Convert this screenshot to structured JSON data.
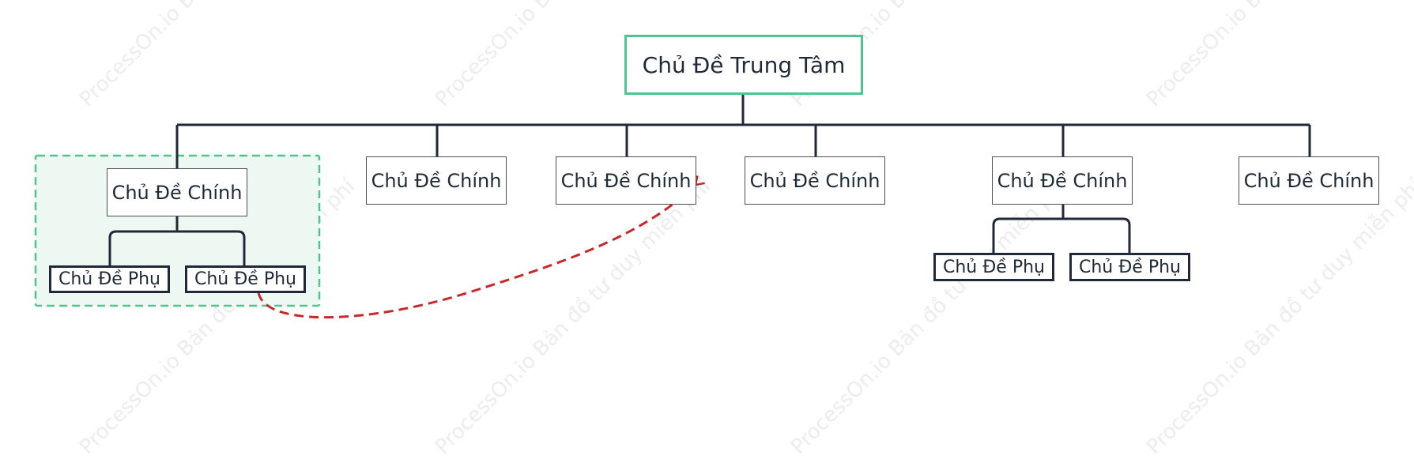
{
  "root": {
    "label": "Chủ Đề Trung Tâm"
  },
  "main_topics": [
    {
      "label": "Chủ Đề Chính"
    },
    {
      "label": "Chủ Đề Chính"
    },
    {
      "label": "Chủ Đề Chính"
    },
    {
      "label": "Chủ Đề Chính"
    },
    {
      "label": "Chủ Đề Chính"
    },
    {
      "label": "Chủ Đề Chính"
    }
  ],
  "sub_topics": {
    "group_1": [
      {
        "label": "Chủ Đề Phụ"
      },
      {
        "label": "Chủ Đề Phụ"
      }
    ],
    "group_5": [
      {
        "label": "Chủ Đề Phụ"
      },
      {
        "label": "Chủ Đề Phụ"
      }
    ]
  },
  "watermark": {
    "text": "ProcessOn.io Bản đồ tư duy miễn phí"
  },
  "colors": {
    "root_border": "#4fc48d",
    "connector": "#1f2937",
    "relationship_line": "#c8282a",
    "boundary_border": "#4fc48d",
    "boundary_fill": "#edf8f2"
  }
}
